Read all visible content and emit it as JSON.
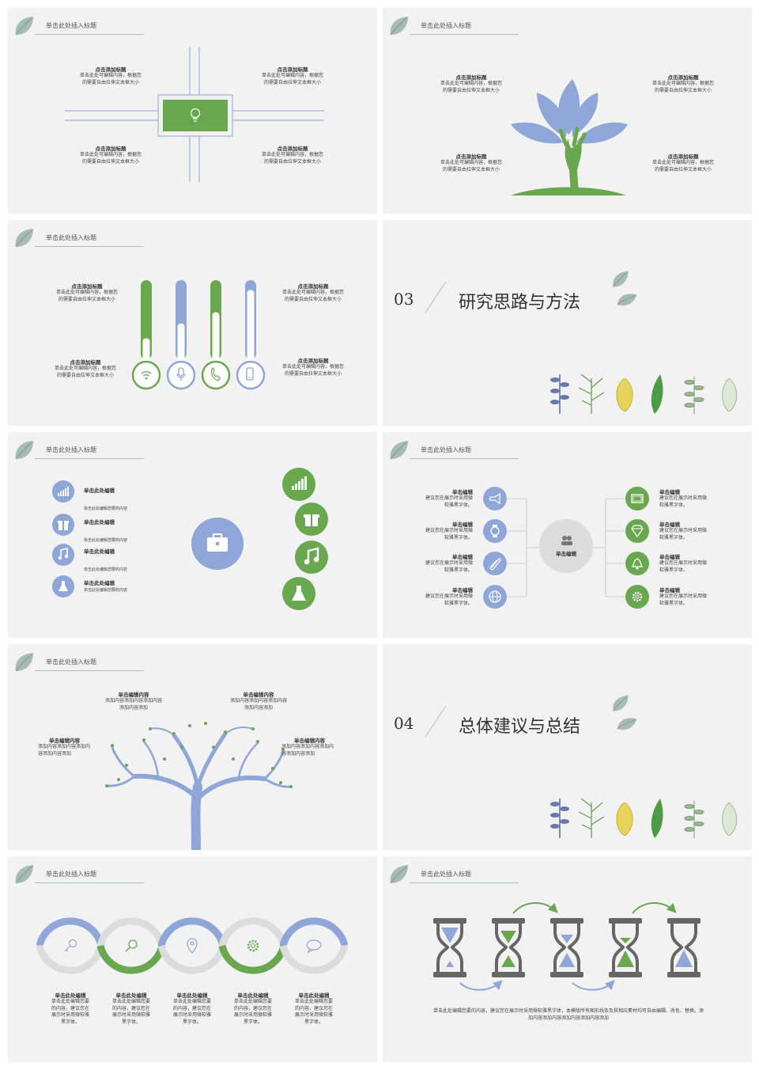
{
  "slide_title": "单击此处插入标题",
  "colors": {
    "green": "#6aa84f",
    "blue": "#8ea6d8",
    "bg": "#f2f2f2"
  },
  "s1": {
    "blocks": [
      {
        "head": "点击添加标题",
        "l1": "单击此处可编辑内容，根据您",
        "l2": "的需要自由拉伸文本框大小"
      },
      {
        "head": "点击添加标题",
        "l1": "单击此处可编辑内容，根据您",
        "l2": "的需要自由拉伸文本框大小"
      },
      {
        "head": "点击添加标题",
        "l1": "单击此处可编辑内容，根据您",
        "l2": "的需要自由拉伸文本框大小"
      },
      {
        "head": "点击添加标题",
        "l1": "单击此处可编辑内容，根据您",
        "l2": "的需要自由拉伸文本框大小"
      }
    ]
  },
  "s2": {
    "blocks": [
      {
        "head": "点击添加标题",
        "l1": "单击此处可编辑内容，根据您",
        "l2": "的需要自由拉伸文本框大小"
      },
      {
        "head": "点击添加标题",
        "l1": "单击此处可编辑内容，根据您",
        "l2": "的需要自由拉伸文本框大小"
      },
      {
        "head": "点击添加标题",
        "l1": "单击此处可编辑内容，根据您",
        "l2": "的需要自由拉伸文本框大小"
      },
      {
        "head": "点击添加标题",
        "l1": "单击此处可编辑内容，根据您",
        "l2": "的需要自由拉伸文本框大小"
      }
    ]
  },
  "s3": {
    "blocks": [
      {
        "head": "点击添加标题",
        "l1": "单击此处可编辑内容，根据您",
        "l2": "的需要自由拉伸文本框大小"
      },
      {
        "head": "点击添加标题",
        "l1": "单击此处可编辑内容，根据您",
        "l2": "的需要自由拉伸文本框大小"
      },
      {
        "head": "点击添加标题",
        "l1": "单击此处可编辑内容，根据您",
        "l2": "的需要自由拉伸文本框大小"
      },
      {
        "head": "点击添加标题",
        "l1": "单击此处可编辑内容，根据您",
        "l2": "的需要自由拉伸文本框大小"
      }
    ],
    "fills": [
      0.25,
      0.45,
      0.6,
      0.9
    ]
  },
  "s4": {
    "number": "03",
    "title": "研究思路与方法"
  },
  "s5": {
    "items": [
      {
        "head": "单击此处编辑",
        "sub": "单击此处编辑您要的内容"
      },
      {
        "head": "单击此处编辑",
        "sub": "单击此处编辑您要的内容"
      },
      {
        "head": "单击此处编辑",
        "sub": "单击此处编辑您要的内容"
      },
      {
        "head": "单击此处编辑",
        "sub": "单击此处编辑您要的内容"
      }
    ]
  },
  "s6": {
    "center": "单击编辑",
    "items": [
      {
        "head": "单击编辑",
        "l1": "建议您在展示时采用微",
        "l2": "软雅黑字体。"
      },
      {
        "head": "单击编辑",
        "l1": "建议您在展示时采用微",
        "l2": "软雅黑字体。"
      },
      {
        "head": "单击编辑",
        "l1": "建议您在展示时采用微",
        "l2": "软雅黑字体。"
      },
      {
        "head": "单击编辑",
        "l1": "建议您在展示时采用微",
        "l2": "软雅黑字体。"
      },
      {
        "head": "单击编辑",
        "l1": "建议您在展示时采用微",
        "l2": "软雅黑字体。"
      },
      {
        "head": "单击编辑",
        "l1": "建议您在展示时采用微",
        "l2": "软雅黑字体。"
      },
      {
        "head": "单击编辑",
        "l1": "建议您在展示时采用微",
        "l2": "软雅黑字体。"
      },
      {
        "head": "单击编辑",
        "l1": "建议您在展示时采用微",
        "l2": "软雅黑字体。"
      }
    ]
  },
  "s7": {
    "blocks": [
      {
        "head": "单击编辑内容",
        "l1": "添加内容添加内容添加内容",
        "l2": "添加内容添加"
      },
      {
        "head": "单击编辑内容",
        "l1": "添加内容添加内容添加内容",
        "l2": "添加内容添加"
      },
      {
        "head": "单击编辑内容",
        "l1": "添加内容添加内容添加内",
        "l2": "容添加内容添加"
      },
      {
        "head": "单击编辑内容",
        "l1": "添加内容添加内容添加内",
        "l2": "容添加内容添加"
      }
    ]
  },
  "s8": {
    "number": "04",
    "title": "总体建议与总结"
  },
  "s9": {
    "items": [
      {
        "head": "单击此处编辑",
        "l1": "单击此处编辑您要",
        "l2": "的内容，建议您在",
        "l3": "展示时采用微软雅",
        "l4": "黑字体。"
      },
      {
        "head": "单击此处编辑",
        "l1": "单击此处编辑您要",
        "l2": "的内容，建议您在",
        "l3": "展示时采用微软雅",
        "l4": "黑字体。"
      },
      {
        "head": "单击此处编辑",
        "l1": "单击此处编辑您要",
        "l2": "的内容，建议您在",
        "l3": "展示时采用微软雅",
        "l4": "黑字体。"
      },
      {
        "head": "单击此处编辑",
        "l1": "单击此处编辑您要",
        "l2": "的内容，建议您在",
        "l3": "展示时采用微软雅",
        "l4": "黑字体。"
      },
      {
        "head": "单击此处编辑",
        "l1": "单击此处编辑您要",
        "l2": "的内容，建议您在",
        "l3": "展示时采用微软雅",
        "l4": "黑字体。"
      }
    ]
  },
  "s10": {
    "l1": "单击此处编辑您要的内容，建议您在展示时采用微软雅黑字体，本模版所有图形线条及其相应素材均可自由编辑、改色、替换。添",
    "l2": "加内容添加内容添加内容添加内容添加"
  }
}
